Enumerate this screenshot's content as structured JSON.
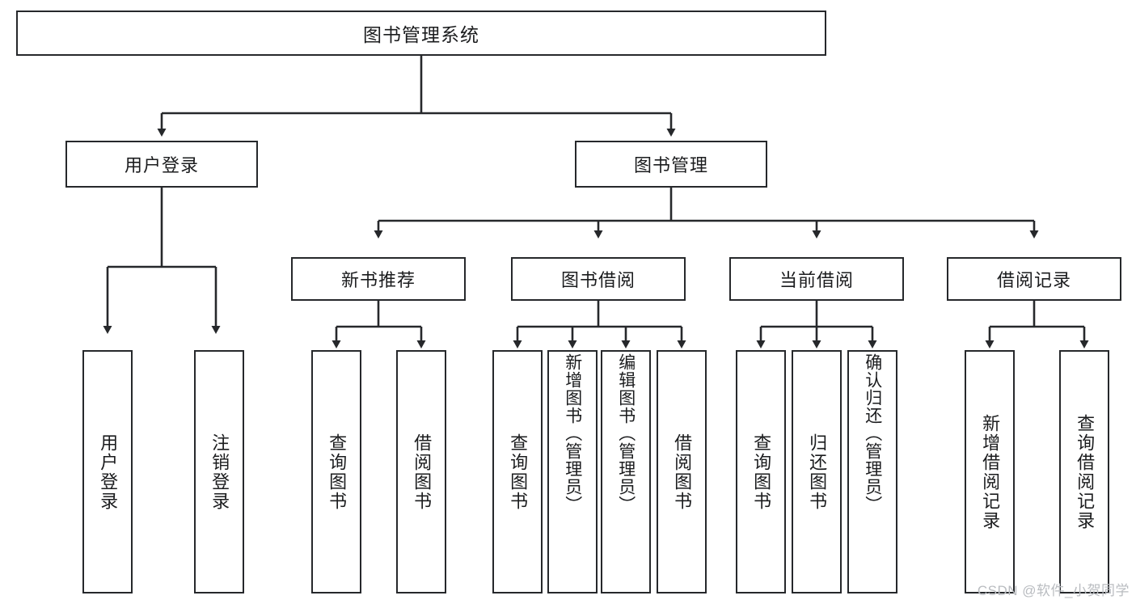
{
  "diagram": {
    "title": "图书管理系统",
    "stroke_color": "#26282b",
    "text_color": "#1b1c1e",
    "background": "#ffffff",
    "watermark": "CSDN @软件_小贺同学",
    "nodes": {
      "root": {
        "label": "图书管理系统"
      },
      "level1": [
        {
          "id": "user-login",
          "label": "用户登录"
        },
        {
          "id": "book-manage",
          "label": "图书管理"
        }
      ],
      "level2": [
        {
          "id": "new-book-recommend",
          "label": "新书推荐"
        },
        {
          "id": "book-borrow",
          "label": "图书借阅"
        },
        {
          "id": "current-borrow",
          "label": "当前借阅"
        },
        {
          "id": "borrow-record",
          "label": "借阅记录"
        }
      ],
      "leaves": {
        "user-login": [
          {
            "id": "leaf-user-login",
            "label": "用户登录"
          },
          {
            "id": "leaf-logout",
            "label": "注销登录"
          }
        ],
        "new-book-recommend": [
          {
            "id": "leaf-query-book-1",
            "label": "查询图书"
          },
          {
            "id": "leaf-borrow-book-1",
            "label": "借阅图书"
          }
        ],
        "book-borrow": [
          {
            "id": "leaf-query-book-2",
            "label": "查询图书"
          },
          {
            "id": "leaf-add-book",
            "label": "新增图书（管理员）"
          },
          {
            "id": "leaf-edit-book",
            "label": "编辑图书（管理员）"
          },
          {
            "id": "leaf-borrow-book-2",
            "label": "借阅图书"
          }
        ],
        "current-borrow": [
          {
            "id": "leaf-query-book-3",
            "label": "查询图书"
          },
          {
            "id": "leaf-return-book",
            "label": "归还图书"
          },
          {
            "id": "leaf-confirm-return",
            "label": "确认归还（管理员）"
          }
        ],
        "borrow-record": [
          {
            "id": "leaf-add-record",
            "label": "新增借阅记录"
          },
          {
            "id": "leaf-query-record",
            "label": "查询借阅记录"
          }
        ]
      }
    }
  }
}
